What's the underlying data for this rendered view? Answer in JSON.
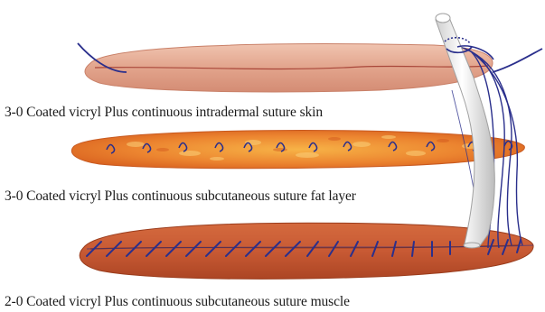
{
  "layers": [
    {
      "id": "skin",
      "caption": "3-0 Coated vicryl Plus continuous intradermal suture skin"
    },
    {
      "id": "fat",
      "caption": "3-0 Coated vicryl Plus continuous subcutaneous suture fat layer"
    },
    {
      "id": "muscle",
      "caption": "2-0 Coated vicryl Plus continuous subcutaneous suture muscle"
    }
  ],
  "colors": {
    "skin": "#e2a48c",
    "skin_edge": "#c98068",
    "fat": "#e8742a",
    "fat_light": "#f7b347",
    "muscle": "#c85a34",
    "muscle_dark": "#a8431f",
    "suture": "#2a2f8c",
    "drain": "#f0f0f0"
  }
}
